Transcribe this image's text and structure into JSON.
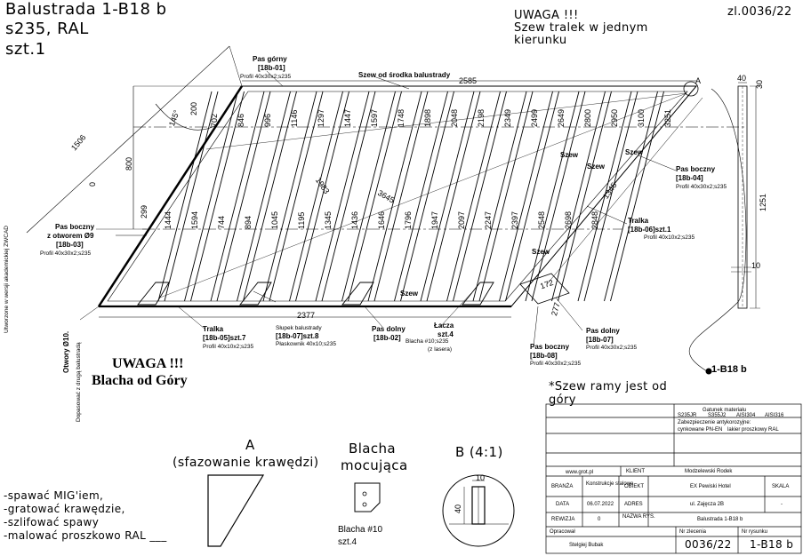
{
  "header": {
    "title_line1": "Balustrada 1-B18 b",
    "title_line2": "s235, RAL",
    "title_line3": "szt.1",
    "warning_title": "UWAGA !!!",
    "warning_line1": "Szew tralek w jednym",
    "warning_line2": "kierunku",
    "drawing_number": "zl.0036/22"
  },
  "labels": {
    "pas_gorny": "Pas górny",
    "pas_gorny_code": "[18b-01]",
    "pas_gorny_profile": "Profil 40x30x2;s235",
    "szew_srodek": "Szew od środka balustrady",
    "pas_boczny_left": "Pas boczny",
    "pas_boczny_left_sub": "z otworem Ø9",
    "pas_boczny_left_code": "[18b-03]",
    "pas_boczny_left_profile": "Profil 40x30x2;s235",
    "pas_boczny_right": "Pas boczny",
    "pas_boczny_right_code": "[18b-04]",
    "pas_boczny_right_profile": "Profil 40x30x2;s235",
    "tralka_right": "Tralka",
    "tralka_right_code": "[18b-06]szt.1",
    "tralka_right_profile": "Profil 40x10x2;s235",
    "tralka_left": "Tralka",
    "tralka_left_code": "[18b-05]szt.7",
    "tralka_left_profile": "Profil 40x10x2;s235",
    "slupek": "Słupek balustrady",
    "slupek_code": "[18b-07]szt.8",
    "slupek_profile": "Płaskownik 40x10;s235",
    "pas_dolny_1": "Pas dolny",
    "pas_dolny_1_code": "[18b-02]",
    "blacha_note": "Blacha #10;s235",
    "blacha_note2": "(z lasera)",
    "lacza": "Łacza",
    "lacza_qty": "szt.4",
    "pas_dolny_2": "Pas dolny",
    "pas_dolny_2_code": "[18b-07]",
    "pas_dolny_2_profile": "Profil 40x30x2;s235",
    "pas_boczny_bottom": "Pas boczny",
    "pas_boczny_bottom_code": "[18b-08]",
    "pas_boczny_bottom_profile": "Profil 40x30x2;s235",
    "otwory": "Otwory Ø10.",
    "otwory_sub": "Dopasować z drugą balustradą",
    "szew": "Szew",
    "label_a_mark": "A",
    "ref_1b18b": "1-B18 b",
    "side_credit": "Utworzone w wersji akademickiej ZWCAD"
  },
  "dims": {
    "top_len": "2585",
    "bottom_len": "2377",
    "diag_left": "1506",
    "height_800": "800",
    "d200": "200",
    "d0": "0",
    "d299": "299",
    "angle": "145°",
    "diag1": "1983",
    "diag2": "3645",
    "right_len": "1345",
    "side_view_40": "40",
    "side_view_30": "30",
    "side_view_1251": "1251",
    "side_view_10": "10",
    "d172": "172",
    "d277": "277",
    "top_dims": [
      "702",
      "846",
      "996",
      "1146",
      "1297",
      "1447",
      "1597",
      "1748",
      "1898",
      "2048",
      "2198",
      "2349",
      "2499",
      "2649",
      "2800",
      "2950",
      "3100",
      "3251"
    ],
    "bottom_dims": [
      "1444",
      "1594",
      "744",
      "894",
      "1045",
      "1195",
      "1345",
      "1436",
      "1646",
      "1796",
      "1947",
      "2097",
      "2247",
      "2397",
      "2548",
      "2698",
      "2848"
    ]
  },
  "warning_bottom": {
    "line1": "UWAGA !!!",
    "line2": "Blacha od Góry"
  },
  "details": {
    "a_title": "A",
    "a_sub": "(sfazowanie krawędzi)",
    "blacha_title": "Blacha",
    "blacha_title2": "mocująca",
    "blacha_note": "Blacha #10",
    "blacha_qty": "szt.4",
    "b_title": "B (4:1)",
    "b_dim10": "10",
    "b_dim40": "40"
  },
  "notes": [
    "-spawać MIG'iem,",
    "-gratować krawędzie,",
    "-szlifować spawy",
    "-malować proszkowo RAL ___"
  ],
  "frame_note": {
    "line1": "*Szew ramy jest od",
    "line2": "góry"
  },
  "title_block": {
    "branza_label": "BRANŻA",
    "branza_value": "Konstrukcje stalowe",
    "obiekt_label": "OBIEKT",
    "obiekt_value": "EX Pewiski Hotel",
    "skala_label": "SKALA",
    "data_label": "DATA",
    "data_value": "06.07.2022",
    "adres_label": "ADRES",
    "adres_value": "ul. Zajęcza 2B",
    "skala_value": "-",
    "rewizja_label": "REWIZJA",
    "rewizja_value": "0",
    "nazwa_label": "NAZWA RYS.",
    "nazwa_value": "Balustrada 1-B18 b",
    "opracowal_label": "Opracował",
    "opracowal_value": "Stelgiej Bubak",
    "nr_zlecenia_label": "Nr zlecenia",
    "nr_zlecenia_value": "0036/22",
    "nr_rys_label": "Nr rysunku",
    "nr_rys_value": "1-B18 b",
    "klient_label": "KLIENT",
    "klient_value": "Modzelewski Rodek",
    "company": "www.grot.pl",
    "materials_header": "Gatunek materiału",
    "material_1": "S235JR",
    "material_2": "S355J2",
    "material_3": "AISI304",
    "material_4": "AISI316",
    "protection_header": "Zabezpieczenie antykorozyjne:",
    "protection_1": "cynkowane PN-EN",
    "protection_2": "lakier proszkowy RAL"
  }
}
